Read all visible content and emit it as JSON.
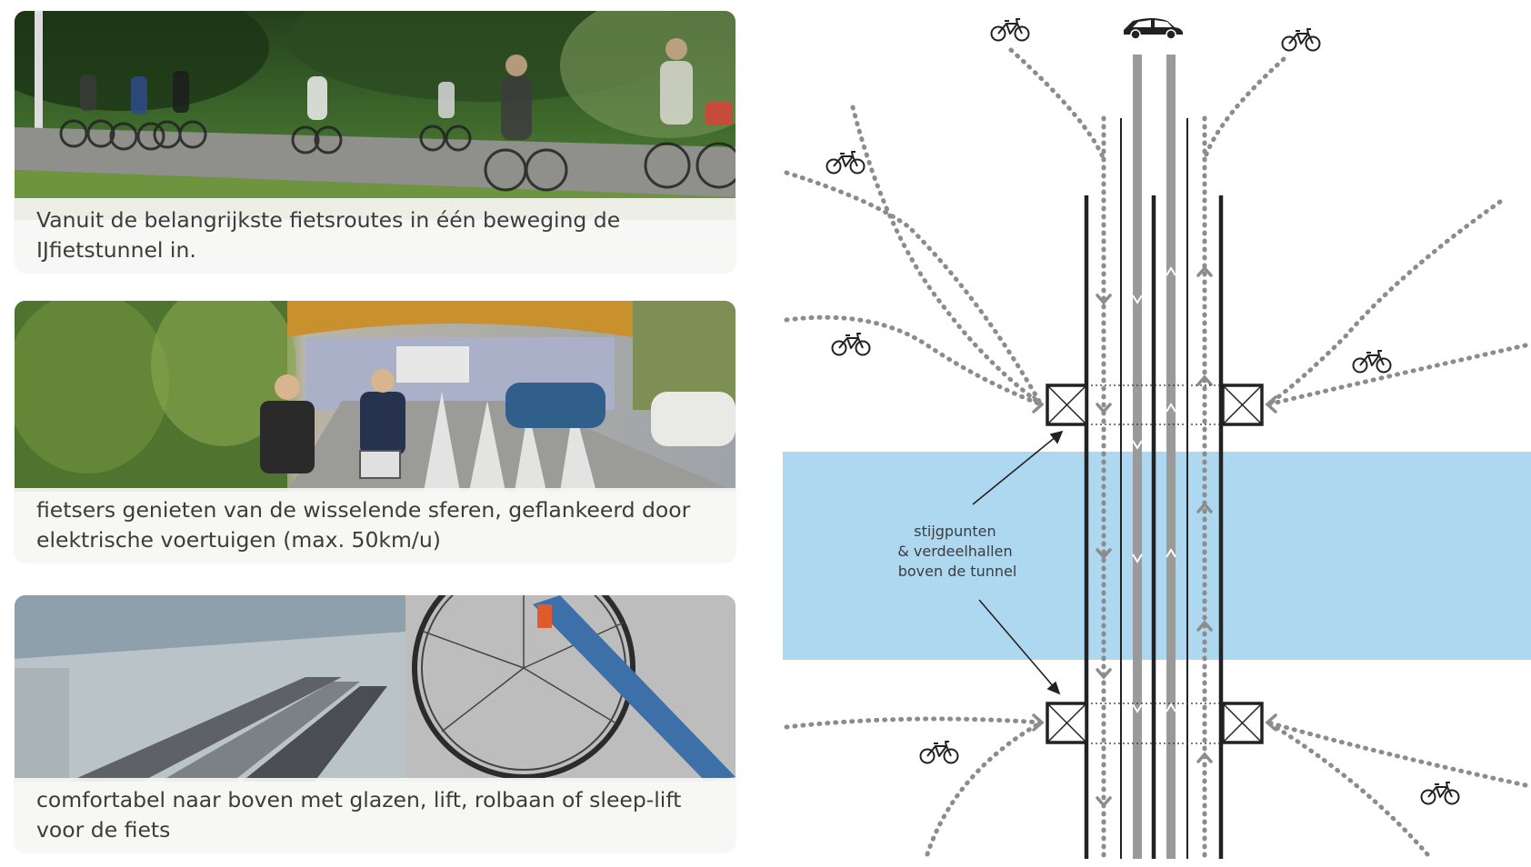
{
  "cards": [
    {
      "caption": "Vanuit de belangrijkste fietsroutes in één beweging de IJfietstunnel in."
    },
    {
      "caption": "fietsers genieten van de wisselende sferen, geflankeerd door elektrische voertuigen (max. 50km/u)"
    },
    {
      "caption": "comfortabel naar boven met glazen, lift, rolbaan of sleep-lift voor de fiets"
    }
  ],
  "diagram": {
    "label_lines": [
      "stijgpunten",
      "& verdeelhallen",
      "boven de tunnel"
    ],
    "icons": [
      "bicycle-icon",
      "car-icon"
    ],
    "colors": {
      "water": "#aed8f0",
      "route": "#8c8c8c",
      "wall": "#222222",
      "lane": "#9a9a9a"
    }
  }
}
